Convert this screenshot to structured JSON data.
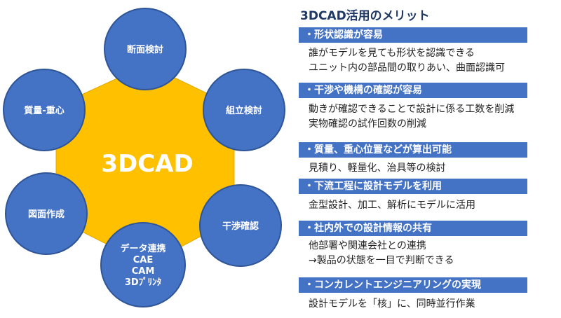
{
  "diagram": {
    "center_label": "3DCAD",
    "colors": {
      "center_fill": "#ffc000",
      "node_fill": "#4472c4",
      "node_stroke": "#2f5597"
    },
    "nodes": [
      {
        "lines": [
          "断面検討"
        ]
      },
      {
        "lines": [
          "組立検討"
        ]
      },
      {
        "lines": [
          "干渉確認"
        ]
      },
      {
        "lines": [
          "データ連携",
          "CAE",
          "CAM",
          "3Dﾌﾟﾘﾝﾀ"
        ]
      },
      {
        "lines": [
          "図面作成"
        ]
      },
      {
        "lines": [
          "質量-重心"
        ]
      }
    ]
  },
  "panel": {
    "title": "3DCAD活用のメリット",
    "header_color": "#4472c4",
    "merits": [
      {
        "header": "・形状認識が容易",
        "lines": [
          "誰がモデルを見ても形状を認識できる",
          "ユニット内の部品間の取りあい、曲面認識可"
        ]
      },
      {
        "header": "・干渉や機構の確認が容易",
        "lines": [
          "動きが確認できることで設計に係る工数を削減",
          "実物確認の試作回数の削減"
        ]
      },
      {
        "header": "・質量、重心位置などが算出可能",
        "lines": [
          "見積り、軽量化、治具等の検討"
        ]
      },
      {
        "header": "・下流工程に設計モデルを利用",
        "lines": [
          "金型設計、加工、解析にモデルに活用"
        ]
      },
      {
        "header": "・社内外での設計情報の共有",
        "lines": [
          "他部署や関連会社との連携",
          "→製品の状態を一目で判断できる"
        ]
      },
      {
        "header": "・コンカレントエンジニアリングの実現",
        "lines": [
          "設計モデルを「核」に、同時並行作業"
        ]
      }
    ]
  }
}
